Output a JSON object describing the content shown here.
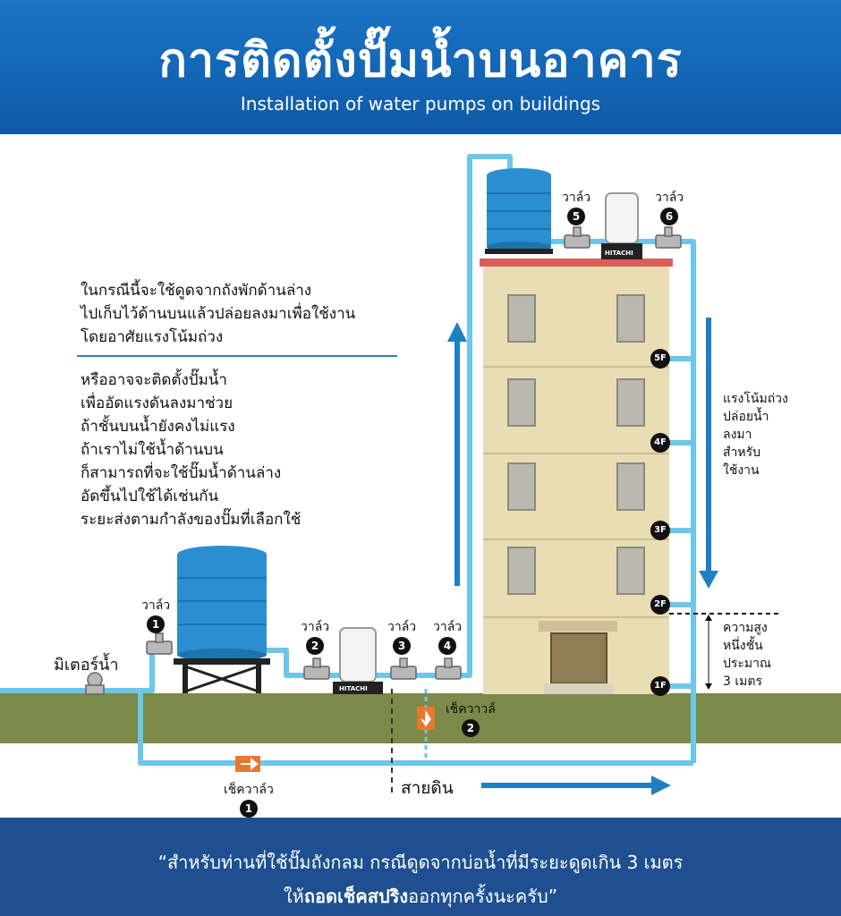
{
  "header": {
    "title": "การติดตั้งปั๊มน้ำบนอาคาร",
    "subtitle": "Installation of water pumps on buildings"
  },
  "description": {
    "para1": [
      "ในกรณีนี้จะใช้ดูดจากถังพักด้านล่าง",
      "ไปเก็บไว้ด้านบนแล้วปล่อยลงมาเพื่อใช้งาน",
      "โดยอาศัยแรงโน้มถ่วง"
    ],
    "para2": [
      "หรืออาจจะติดตั้งปั๊มน้ำ",
      "เพื่ออัดแรงดันลงมาช่วย",
      "ถ้าชั้นบนน้ำยังคงไม่แรง",
      "ถ้าเราไม่ใช้น้ำด้านบน",
      "ก็สามารถที่จะใช้ปั๊มน้ำด้านล่าง",
      "อัดขึ้นไปใช้ได้เช่นกัน",
      "ระยะส่งตามกำลังของปั๊มที่เลือกใช้"
    ]
  },
  "labels": {
    "valve": "วาล์ว",
    "meter": "มิเตอร์น้ำ",
    "check_valve": "เช็ควาล์ว",
    "check_valve2": "เช็ควาวล์",
    "ground": "สายดิน",
    "pump_brand": "HITACHI"
  },
  "valve_numbers": [
    "1",
    "2",
    "3",
    "4",
    "5",
    "6"
  ],
  "check_numbers": [
    "1",
    "2"
  ],
  "floors": [
    "5F",
    "4F",
    "3F",
    "2F",
    "1F"
  ],
  "gravity_text": [
    "แรงโน้มถ่วง",
    "ปล่อยน้ำ",
    "ลงมา",
    "สำหรับ",
    "ใช้งาน"
  ],
  "height_text": [
    "ความสูง",
    "หนึ่งชั้น",
    "ประมาณ",
    "3 เมตร"
  ],
  "footer": {
    "line1": "“สำหรับท่านที่ใช้ปั๊มถังกลม กรณีดูดจากบ่อน้ำที่มีระยะดูดเกิน 3 เมตร",
    "line2_pre": "ให้",
    "line2_bold": "ถอดเช็คสปริง",
    "line2_post": "ออกทุกครั้งนะครับ”"
  },
  "colors": {
    "header": "#1b74c5",
    "footer": "#1d4f91",
    "pipe": "#6ec6e8",
    "arrow": "#1f7fc4",
    "ground": "#7b8a48",
    "building": "#eadcb3",
    "tank": "#2a8fd0",
    "check": "#e8792a"
  }
}
